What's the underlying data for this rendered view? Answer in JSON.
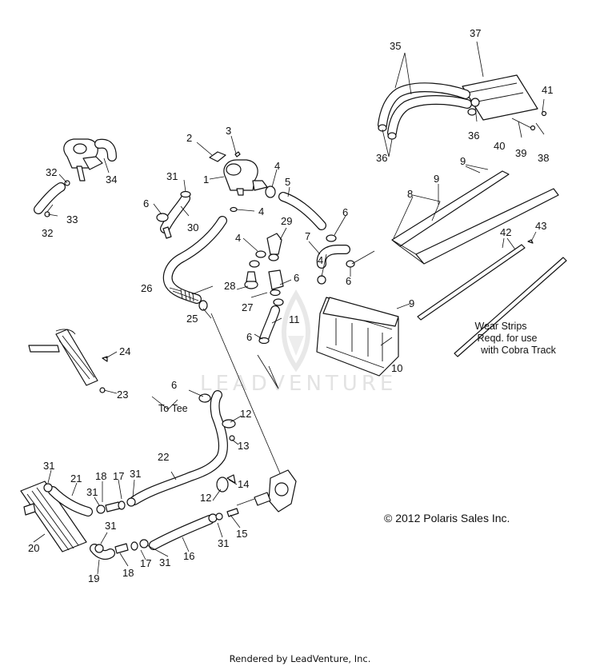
{
  "labels": {
    "l1": "1",
    "l2": "2",
    "l3": "3",
    "l4a": "4",
    "l4b": "4",
    "l4c": "4",
    "l4d": "4",
    "l5": "5",
    "l6a": "6",
    "l6b": "6",
    "l6c": "6",
    "l6d": "6",
    "l6e": "6",
    "l6f": "6",
    "l7": "7",
    "l8": "8",
    "l9a": "9",
    "l9b": "9",
    "l9c": "9",
    "l10": "10",
    "l11": "11",
    "l12a": "12",
    "l12b": "12",
    "l13": "13",
    "l14": "14",
    "l15": "15",
    "l16": "16",
    "l17a": "17",
    "l17b": "17",
    "l18a": "18",
    "l18b": "18",
    "l19": "19",
    "l20": "20",
    "l21": "21",
    "l22": "22",
    "l23": "23",
    "l24": "24",
    "l25": "25",
    "l26": "26",
    "l27": "27",
    "l28": "28",
    "l29": "29",
    "l30": "30",
    "l31a": "31",
    "l31b": "31",
    "l31c": "31",
    "l31d": "31",
    "l31e": "31",
    "l31f": "31",
    "l31g": "31",
    "l32a": "32",
    "l32b": "32",
    "l33": "33",
    "l34": "34",
    "l35": "35",
    "l36a": "36",
    "l36b": "36",
    "l37": "37",
    "l38": "38",
    "l39": "39",
    "l40": "40",
    "l41": "41",
    "l42": "42",
    "l43": "43"
  },
  "notes": {
    "to_tee": "To Tee",
    "wear_strips_line1": "Wear Strips",
    "wear_strips_line2": "Reqd. for use",
    "wear_strips_line3": "with Cobra Track"
  },
  "copyright": "© 2012 Polaris Sales Inc.",
  "watermark": "LEADVENTURE",
  "footer": "Rendered by LeadVenture, Inc."
}
